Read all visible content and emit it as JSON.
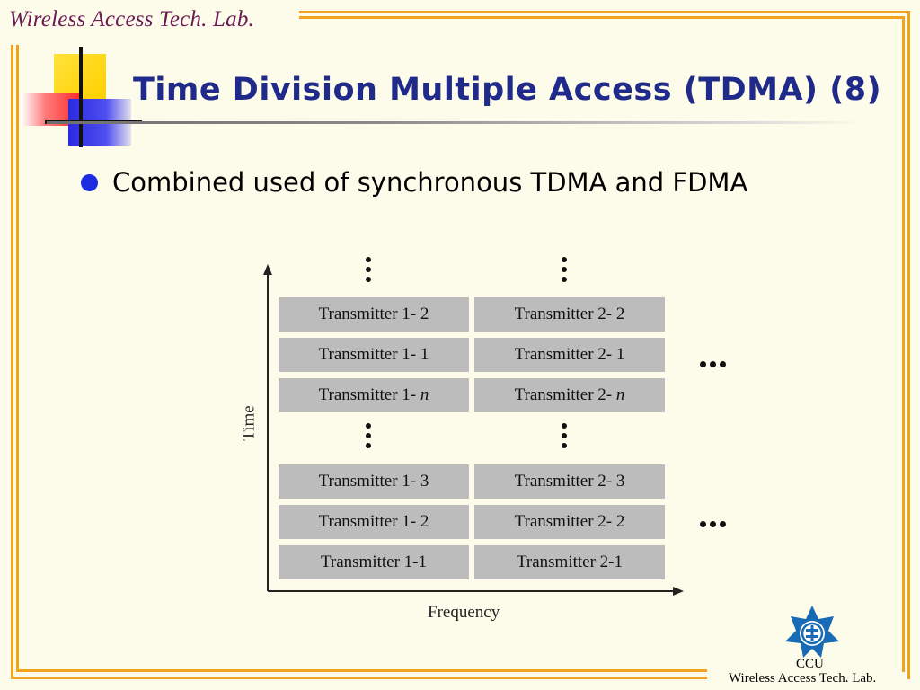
{
  "header": {
    "lab_name": "Wireless Access Tech. Lab."
  },
  "slide": {
    "title": "Time Division Multiple Access (TDMA) (8)",
    "bullet": "Combined used of synchronous TDMA and FDMA"
  },
  "diagram": {
    "y_axis_label": "Time",
    "x_axis_label": "Frequency",
    "upper_block": {
      "column1": [
        "Transmitter 1- 2",
        "Transmitter 1- 1"
      ],
      "column1_n_prefix": "Transmitter 1- ",
      "column2": [
        "Transmitter 2- 2",
        "Transmitter 2- 1"
      ],
      "column2_n_prefix": "Transmitter 2- ",
      "n_symbol": "n"
    },
    "lower_block": {
      "column1": [
        "Transmitter 1- 3",
        "Transmitter 1- 2",
        "Transmitter 1-1"
      ],
      "column2": [
        "Transmitter 2- 3",
        "Transmitter 2- 2",
        "Transmitter 2-1"
      ]
    }
  },
  "footer": {
    "org": "CCU",
    "lab_name": "Wireless Access Tech. Lab."
  },
  "colors": {
    "title": "#1f2a8a",
    "bullet": "#1c2ce0",
    "frame": "#f2a31e",
    "cell": "#bcbcbc",
    "logo": "#1a6bb5"
  },
  "icons": {
    "logo": "ccu-emblem-icon",
    "bullet": "bullet-dot-icon"
  }
}
